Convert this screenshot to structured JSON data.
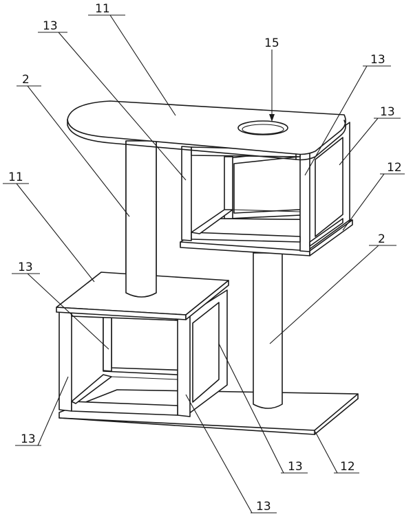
{
  "labels": {
    "top_platform": "11",
    "top_frame_left": "13",
    "hole": "15",
    "top_frame_right_a": "13",
    "top_frame_right_b": "13",
    "upper_post": "2",
    "top_tray": "12",
    "lower_platform": "11",
    "lower_post": "2",
    "lower_frame_inner": "13",
    "lower_frame_left": "13",
    "base_plate": "12",
    "lower_frame_right": "13",
    "lower_frame_bottom": "13"
  }
}
